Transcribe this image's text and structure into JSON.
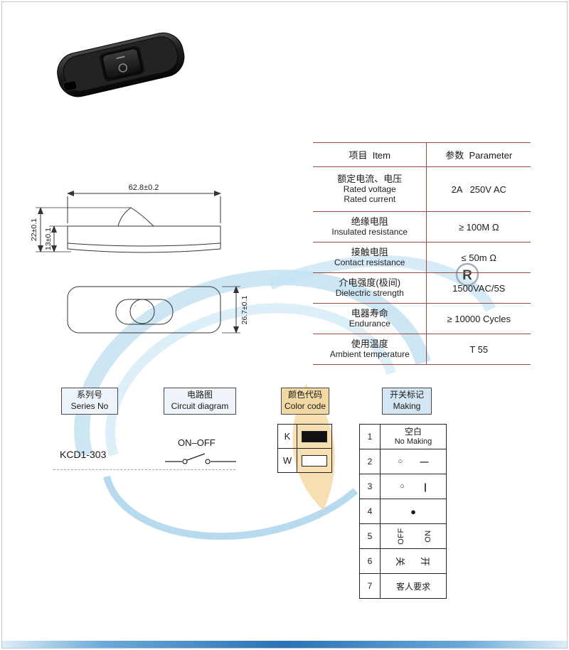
{
  "colors": {
    "table_line": "#9c4b41",
    "watermark_blue": "#b8dcef",
    "watermark_orange": "#f3d9a6",
    "bottom_bar_blue": "#2a72b6",
    "swatch_k": "#111111",
    "swatch_w": "#ffffff"
  },
  "spec_table": {
    "header": {
      "item": "项目  Item",
      "parameter": "参数  Parameter"
    },
    "rows": [
      {
        "cn": "额定电流、电压",
        "en1": "Rated voltage",
        "en2": "Rated current",
        "value": "2A   250V AC"
      },
      {
        "cn": "绝缘电阻",
        "en1": "Insulated resistance",
        "value": "≥ 100M Ω"
      },
      {
        "cn": "接触电阻",
        "en1": "Contact resistance",
        "value": "≤ 50m Ω"
      },
      {
        "cn": "介电强度(极间)",
        "en1": "Dielectric strength",
        "value": "1500VAC/5S"
      },
      {
        "cn": "电器寿命",
        "en1": "Endurance",
        "value": "≥ 10000 Cycles"
      },
      {
        "cn": "使用温度",
        "en1": "Ambient temperature",
        "value": "T 55"
      }
    ]
  },
  "dimensions": {
    "width": "62.8±0.2",
    "height_total": "22±0.1",
    "height_body": "13±0.1",
    "depth": "26.7±0.1"
  },
  "sections": {
    "series": {
      "cn": "系列号",
      "en": "Series No",
      "value": "KCD1-303"
    },
    "circuit": {
      "cn": "电路图",
      "en": "Circuit diagram",
      "label": "ON–OFF"
    },
    "color_code": {
      "cn": "颜色代码",
      "en": "Color code",
      "items": [
        {
          "code": "K",
          "hex": "#111111",
          "style": "background:#111111"
        },
        {
          "code": "W",
          "hex": "#ffffff",
          "style": "background:#ffffff"
        }
      ]
    },
    "making": {
      "cn": "开关标记",
      "en": "Making",
      "rows": [
        {
          "num": "1",
          "cn": "空白",
          "en": "No Making"
        },
        {
          "num": "2",
          "left": "○",
          "right": "—"
        },
        {
          "num": "3",
          "left": "○",
          "right": "|"
        },
        {
          "num": "4",
          "center": "●"
        },
        {
          "num": "5",
          "left": "OFF",
          "right": "ON"
        },
        {
          "num": "6",
          "left": "关",
          "right": "开"
        },
        {
          "num": "7",
          "text": "客人要求"
        }
      ]
    }
  },
  "watermark": {
    "registered": "R"
  }
}
